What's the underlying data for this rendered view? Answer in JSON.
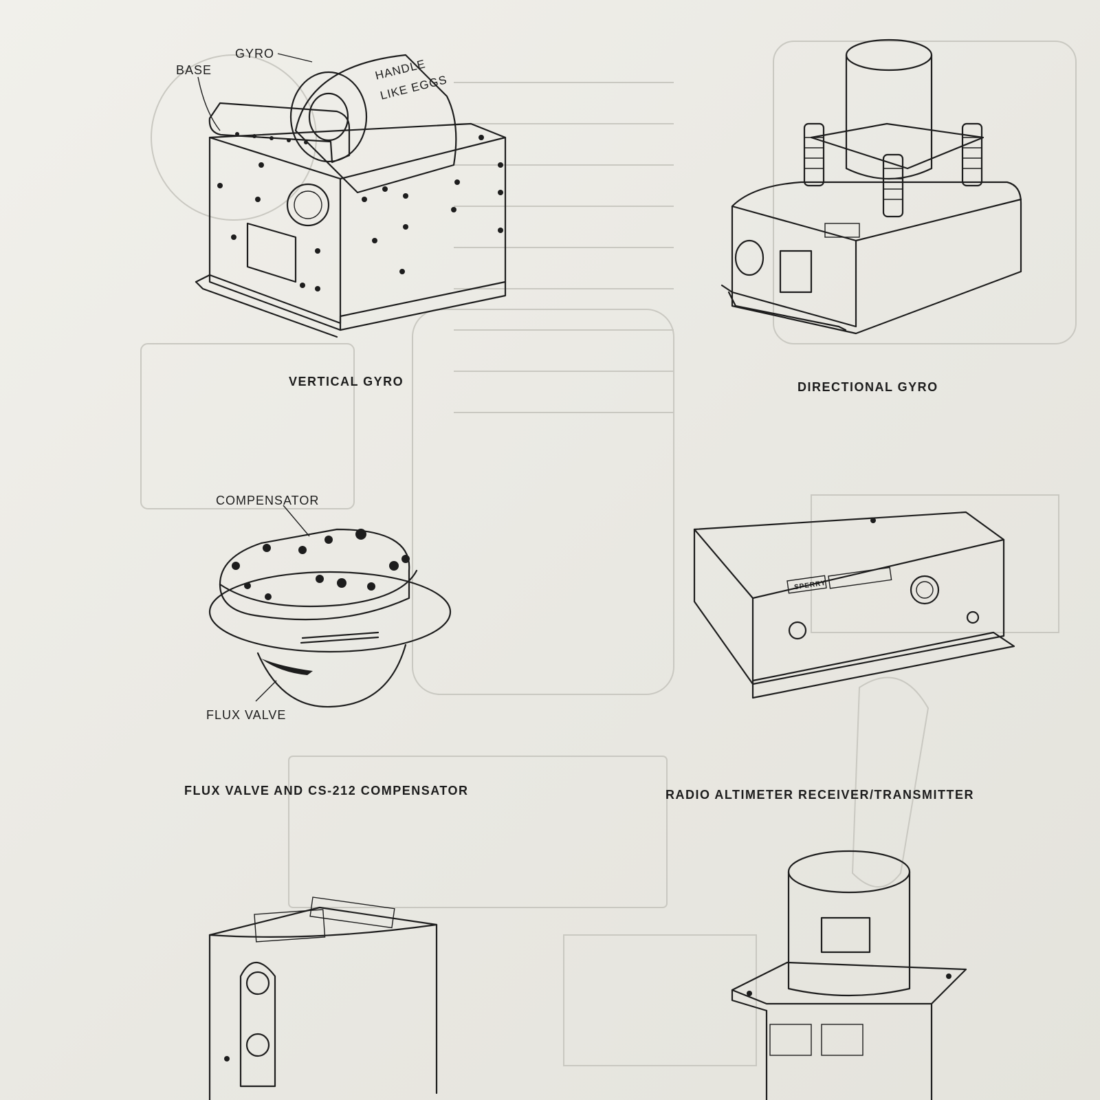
{
  "figures": {
    "vertical_gyro": {
      "caption": "VERTICAL GYRO",
      "callouts": {
        "base": "BASE",
        "gyro": "GYRO"
      },
      "label": [
        "HANDLE",
        "LIKE EGGS"
      ]
    },
    "directional_gyro": {
      "caption": "DIRECTIONAL GYRO"
    },
    "flux_valve": {
      "caption": "FLUX VALVE AND CS-212 COMPENSATOR",
      "callouts": {
        "compensator": "COMPENSATOR",
        "flux_valve": "FLUX VALVE"
      }
    },
    "radio_altimeter": {
      "caption": "RADIO ALTIMETER RECEIVER/TRANSMITTER",
      "nameplate": "SPERRY"
    }
  }
}
